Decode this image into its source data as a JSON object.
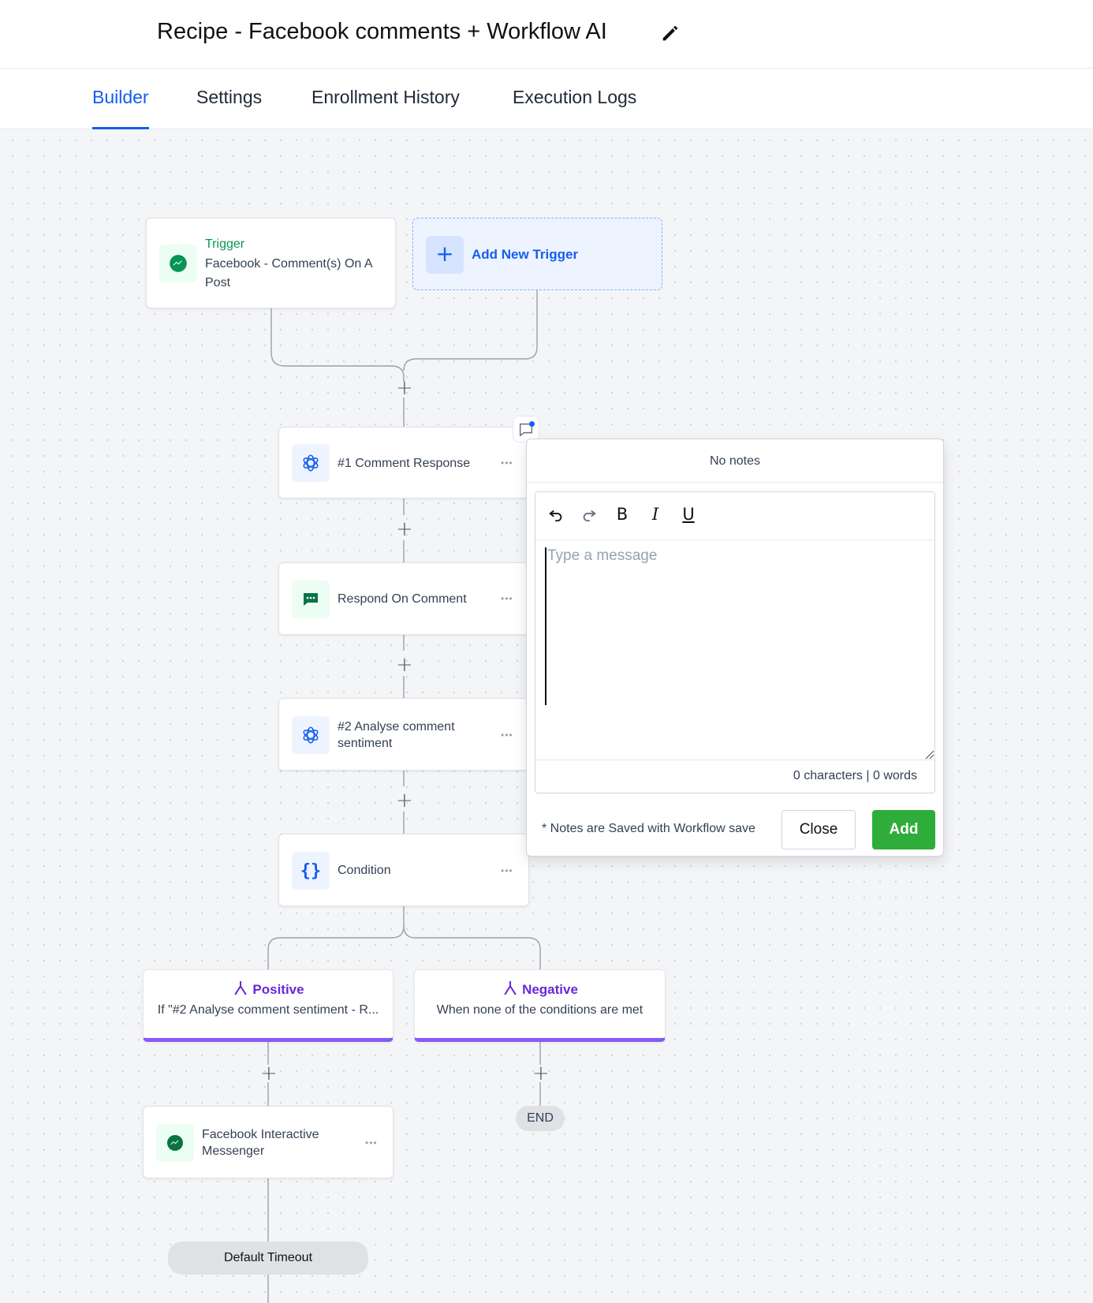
{
  "header": {
    "title": "Recipe - Facebook comments + Workflow AI"
  },
  "tabs": [
    {
      "label": "Builder",
      "active": true
    },
    {
      "label": "Settings",
      "active": false
    },
    {
      "label": "Enrollment History",
      "active": false
    },
    {
      "label": "Execution Logs",
      "active": false
    }
  ],
  "trigger": {
    "title": "Trigger",
    "name": "Facebook - Comment(s) On A Post",
    "icon": "messenger-icon"
  },
  "add_trigger": {
    "label": "Add New Trigger"
  },
  "nodes": [
    {
      "label": "#1 Comment Response",
      "icon": "openai-icon"
    },
    {
      "label": "Respond On Comment",
      "icon": "comment-icon"
    },
    {
      "label": "#2 Analyse comment sentiment",
      "icon": "openai-icon"
    },
    {
      "label": "Condition",
      "icon": "braces-icon"
    }
  ],
  "branches": [
    {
      "title": "Positive",
      "subtitle": "If \"#2 Analyse comment sentiment - R..."
    },
    {
      "title": "Negative",
      "subtitle": "When none of the conditions are met"
    }
  ],
  "positive_action": {
    "label": "Facebook Interactive Messenger",
    "icon": "messenger-icon"
  },
  "end_label": "END",
  "timeout_label": "Default Timeout",
  "notes": {
    "header": "No notes",
    "placeholder": "Type a message",
    "value": "",
    "counter": "0 characters | 0 words",
    "footer_note": "* Notes are Saved with Workflow save",
    "close_label": "Close",
    "add_label": "Add"
  },
  "colors": {
    "accent": "#155eef",
    "trigger_green": "#079455",
    "branch_purple": "#875bf7",
    "add_green": "#2fad3a"
  }
}
